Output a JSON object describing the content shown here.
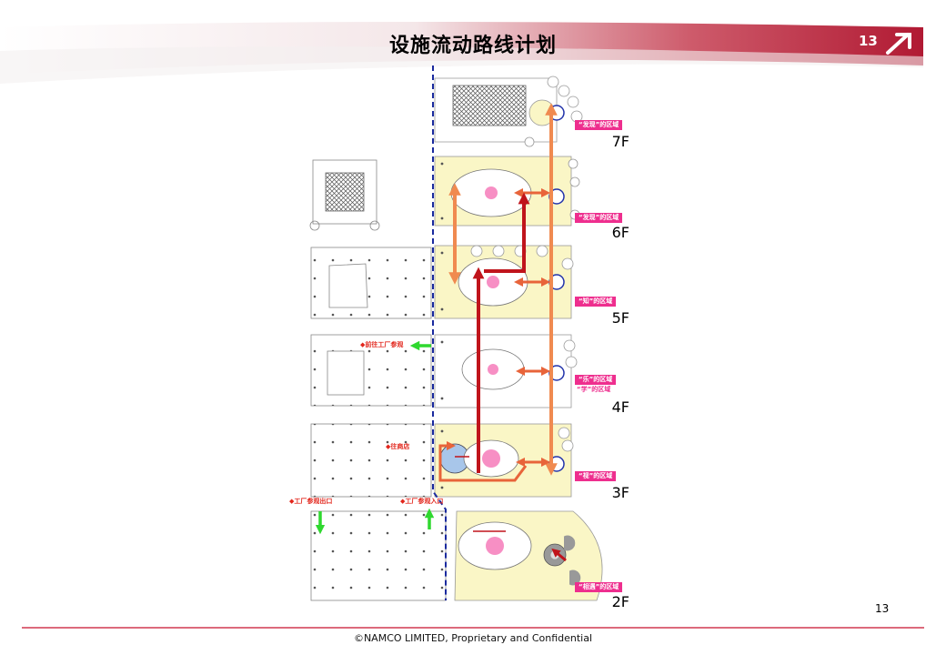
{
  "header": {
    "title": "设施流动路线计划",
    "page_badge": "13"
  },
  "floors": [
    {
      "id": "7F",
      "label": "7F",
      "zone": "“发现”的区域"
    },
    {
      "id": "6F",
      "label": "6F",
      "zone": "“发现”的区域"
    },
    {
      "id": "5F",
      "label": "5F",
      "zone": "“知”的区域"
    },
    {
      "id": "4F",
      "label": "4F",
      "zone": "“乐”的区域",
      "zone2": "“学”的区域"
    },
    {
      "id": "3F",
      "label": "3F",
      "zone": "“视”的区域"
    },
    {
      "id": "2F",
      "label": "2F",
      "zone": "“相遇”的区域"
    }
  ],
  "callouts": {
    "factory_tour": "◆前往工厂参观",
    "shop": "◆往商店",
    "factory_exit": "◆工厂参观出口",
    "factory_entrance": "◆工厂参观入口"
  },
  "colors": {
    "accent": "#c8102e",
    "zone_tag": "#ee2e8e",
    "red_route": "#c0141b",
    "orange_route": "#f08a50",
    "green_route": "#2fd82f",
    "divider": "#1a2a9e",
    "floor_fill": "#faf6c6"
  },
  "page_number": "13",
  "footer": "©NAMCO LIMITED, Proprietary and Confidential"
}
